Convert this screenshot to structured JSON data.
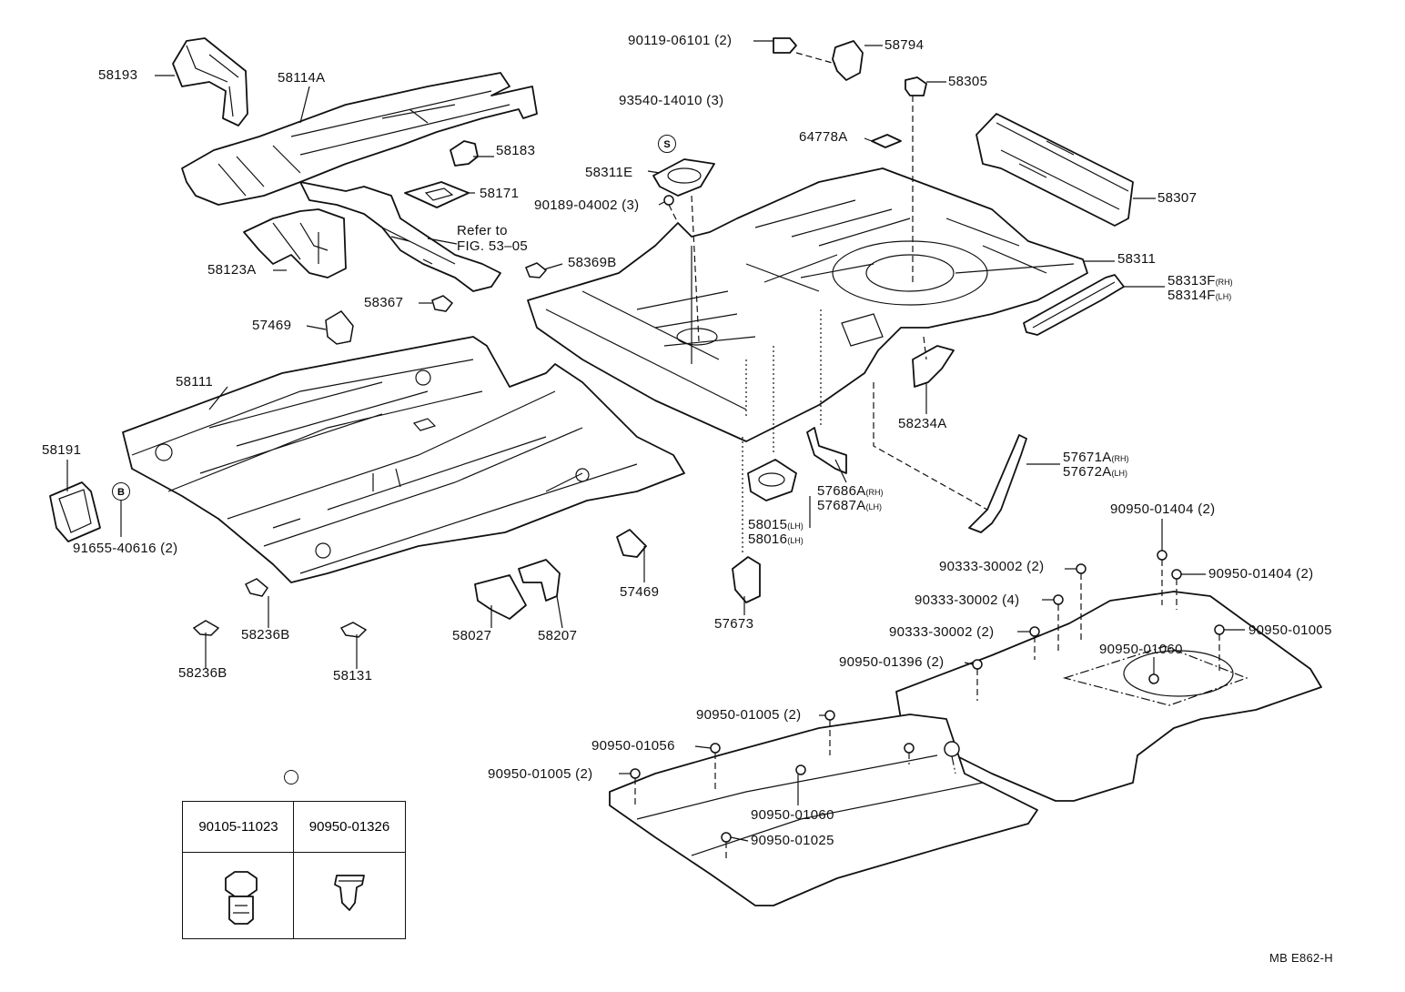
{
  "labels": {
    "p58193": "58193",
    "p58114A": "58114A",
    "p58183": "58183",
    "p58171": "58171",
    "refer_to": "Refer to",
    "fig_53_05": "FIG. 53–05",
    "p58123A": "58123A",
    "p58367": "58367",
    "p57469_a": "57469",
    "p58369B": "58369B",
    "p58111": "58111",
    "p58191": "58191",
    "p91655": "91655-40616 (2)",
    "p58236B_a": "58236B",
    "p58236B_b": "58236B",
    "p58131": "58131",
    "p58027": "58027",
    "p58207": "58207",
    "p57469_b": "57469",
    "p57673": "57673",
    "p58015": "58015",
    "p58015_sub": "(LH)",
    "p58016": "58016",
    "p58016_sub": "(LH)",
    "p57686A": "57686A",
    "p57686A_sub": "(RH)",
    "p57687A": "57687A",
    "p57687A_sub": "(LH)",
    "p90119": "90119-06101 (2)",
    "p58794": "58794",
    "p58305": "58305",
    "p93540": "93540-14010 (3)",
    "p64778A": "64778A",
    "p58311E": "58311E",
    "p90189": "90189-04002 (3)",
    "p58307": "58307",
    "p58311": "58311",
    "p58313F": "58313F",
    "p58313F_sub": "(RH)",
    "p58314F": "58314F",
    "p58314F_sub": "(LH)",
    "p58234A": "58234A",
    "p57671A": "57671A",
    "p57671A_sub": "(RH)",
    "p57672A": "57672A",
    "p57672A_sub": "(LH)",
    "p90950_01404_top": "90950-01404 (2)",
    "p90950_01404_right": "90950-01404 (2)",
    "p90333_a": "90333-30002 (2)",
    "p90333_b": "90333-30002 (4)",
    "p90333_c": "90333-30002 (2)",
    "p90950_01396": "90950-01396 (2)",
    "p90950_01005_right": "90950-01005",
    "p90950_01060_right": "90950-01060",
    "p90950_01005_mid": "90950-01005 (2)",
    "p90950_01056": "90950-01056",
    "p90950_01005_left": "90950-01005 (2)",
    "p90950_01060_mid": "90950-01060",
    "p90950_01025": "90950-01025",
    "diagram_code": "MB E862-H"
  },
  "symbols": {
    "s": "S",
    "b": "B",
    "o_mid": "",
    "o_legend": ""
  },
  "legend": {
    "col1": "90105-11023",
    "col2": "90950-01326"
  }
}
